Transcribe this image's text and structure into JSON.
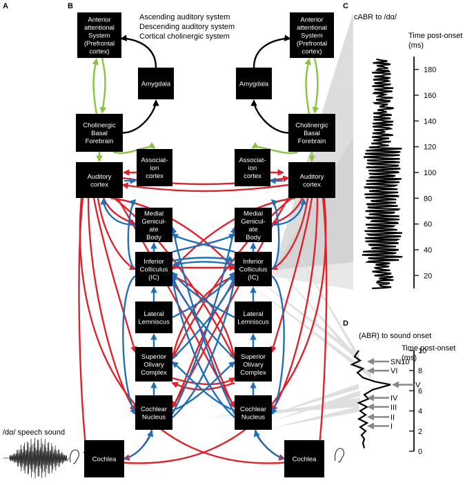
{
  "panels": {
    "A": "A",
    "B": "B",
    "C": "C",
    "D": "D"
  },
  "legend": {
    "ascending": {
      "label": "Ascending auditory system",
      "color": "#1f6fb8"
    },
    "descending": {
      "label": "Descending auditory system",
      "color": "#e0202a"
    },
    "cholinergic": {
      "label": "Cortical cholinergic system",
      "color": "#86c440"
    }
  },
  "nodes": {
    "attention": [
      "Anterior",
      "attentional",
      "System",
      "(Prefrontal",
      "cortex)"
    ],
    "amygdala": [
      "Amygdala"
    ],
    "basal": [
      "Cholinergic",
      "Basal",
      "Forebrain"
    ],
    "assoc": [
      "Associat-",
      "ion",
      "cortex"
    ],
    "auditory": [
      "Auditory",
      "cortex"
    ],
    "mgb": [
      "Medial",
      "Genicul-",
      "ate",
      "Body"
    ],
    "ic": [
      "Inferior",
      "Colliculus",
      "(IC)"
    ],
    "ll": [
      "Lateral",
      "Lemniscus"
    ],
    "soc": [
      "Superior",
      "Olivary",
      "Complex"
    ],
    "cn": [
      "Cochlear",
      "Nucleus"
    ],
    "cochlea": [
      "Cochlea"
    ]
  },
  "speech_label": "/dα/ speech sound",
  "cabr": {
    "title": "cABR to /dα/",
    "axis_title": [
      "Time post-onset",
      "(ms)"
    ],
    "ticks": [
      "20",
      "40",
      "60",
      "80",
      "100",
      "120",
      "140",
      "160",
      "180"
    ]
  },
  "abr": {
    "title": "(ABR) to sound onset",
    "axis_title": [
      "Time post-onset",
      "(ms)"
    ],
    "ticks": [
      "0",
      "2",
      "4",
      "6",
      "8",
      "10"
    ],
    "waves": [
      "SN10",
      "VI",
      "V",
      "IV",
      "III",
      "II",
      "I"
    ]
  }
}
